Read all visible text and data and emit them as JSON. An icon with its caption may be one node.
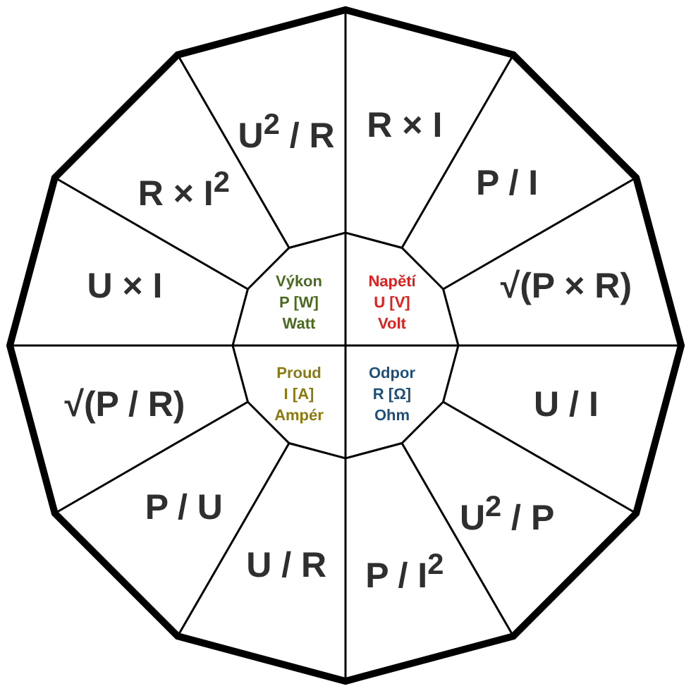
{
  "diagram": {
    "nodes": [
      {
        "text": [
          "U$^{2}$ / R"
        ]
      },
      {
        "text": [
          "R × I"
        ]
      },
      {
        "text": [
          "P / I"
        ]
      },
      {
        "text": [
          "√(P × R)"
        ]
      },
      {
        "text": [
          "U / I"
        ]
      },
      {
        "text": [
          "U$^{2}$ / P"
        ]
      },
      {
        "text": [
          "P / I$^{2}$"
        ]
      },
      {
        "text": [
          "U / R"
        ]
      },
      {
        "text": [
          "P / U"
        ]
      },
      {
        "text": [
          "√(P / R)"
        ]
      },
      {
        "text": [
          "U × I"
        ]
      },
      {
        "text": [
          "R × I$^{2}$"
        ]
      },
      {
        "text": [
          "Výkon",
          "P [W]",
          "Watt"
        ]
      },
      {
        "text": [
          "Napětí",
          "U [V]",
          "Volt"
        ]
      },
      {
        "text": [
          "Proud",
          "I [A]",
          "Ampér"
        ]
      },
      {
        "text": [
          "Odpor",
          "R [Ω]",
          "Ohm"
        ]
      }
    ]
  }
}
